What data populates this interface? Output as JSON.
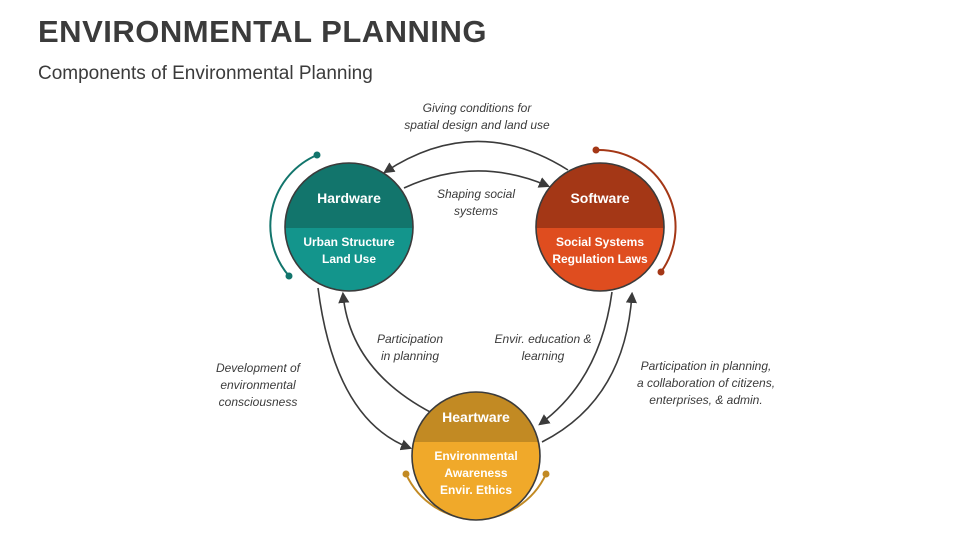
{
  "header": {
    "title": "ENVIRONMENTAL PLANNING",
    "subtitle": "Components of Environmental Planning"
  },
  "nodes": {
    "hardware": {
      "title": "Hardware",
      "lines": [
        "Urban Structure",
        "Land Use"
      ],
      "color_dark": "#12756c",
      "color_light": "#13958c"
    },
    "software": {
      "title": "Software",
      "lines": [
        "Social Systems",
        "Regulation Laws"
      ],
      "color_dark": "#a43716",
      "color_light": "#df4d1f"
    },
    "heartware": {
      "title": "Heartware",
      "lines": [
        "Environmental",
        "Awareness",
        "Envir. Ethics"
      ],
      "color_dark": "#c28a23",
      "color_light": "#f0a92a"
    }
  },
  "relations": {
    "software_to_hardware": [
      "Giving conditions for",
      "spatial design and land use"
    ],
    "hardware_to_software": [
      "Shaping social",
      "systems"
    ],
    "heartware_to_hardware": [
      "Participation",
      "in planning"
    ],
    "software_to_heartware": [
      "Envir. education &",
      "learning"
    ],
    "hardware_to_heartware": [
      "Development of",
      "environmental",
      "consciousness"
    ],
    "heartware_to_software": [
      "Participation in planning,",
      "a collaboration of citizens,",
      "enterprises, & admin."
    ]
  }
}
